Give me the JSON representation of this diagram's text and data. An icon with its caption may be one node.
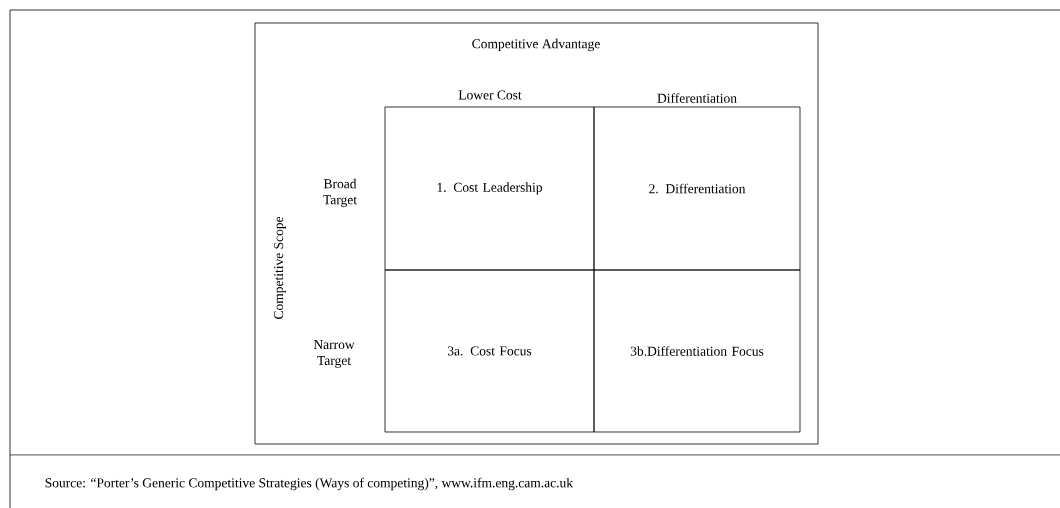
{
  "diagram": {
    "title": "Competitive Advantage",
    "nodes": [
      {
        "text": [
          "1. Cost Leadership"
        ]
      },
      {
        "text": [
          "2. Differentiation"
        ]
      },
      {
        "text": [
          "3a. Cost Focus"
        ]
      },
      {
        "text": [
          "3b.Differentiation Focus"
        ]
      }
    ],
    "labels": [
      "Lower Cost",
      "Differentiation",
      "Competitive Scope",
      "Broad Target",
      "Narrow Target"
    ],
    "caption": "Source: “Porter’s Generic Competitive Strategies (Ways of competing)”, www.ifm.eng.cam.ac.uk"
  }
}
